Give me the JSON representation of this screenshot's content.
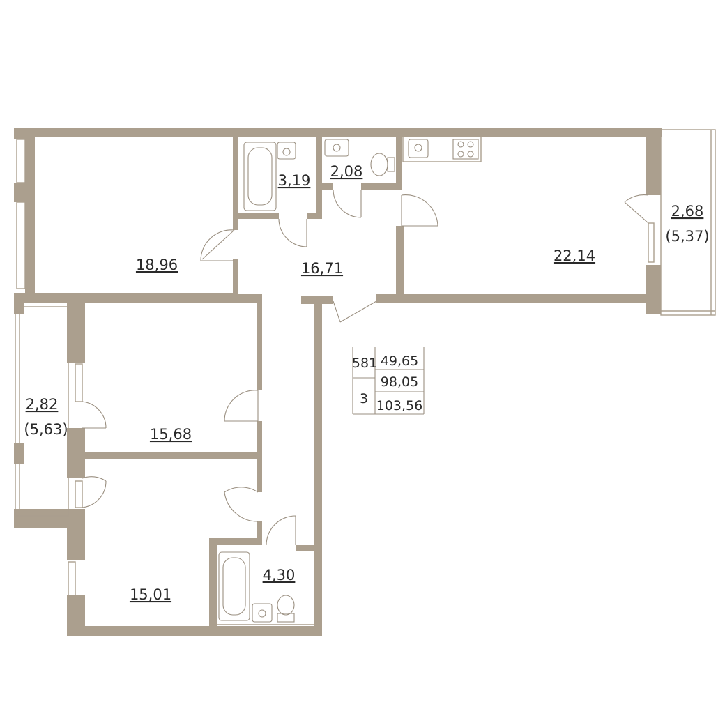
{
  "rooms": {
    "room_top_left": "18,96",
    "bath_top": "3,19",
    "wc_top": "2,08",
    "corridor": "16,71",
    "kitchen_living": "22,14",
    "room_middle": "15,68",
    "room_bottom": "15,01",
    "bath_bottom": "4,30"
  },
  "balconies": {
    "right_area": "2,68",
    "right_full": "(5,37)",
    "left_area": "2,82",
    "left_full": "(5,63)"
  },
  "summary": {
    "number": "581",
    "rooms_count": "3",
    "living_area": "49,65",
    "total_area": "98,05",
    "total_with_balconies": "103,56"
  },
  "colors": {
    "wall": "#ab9f8e",
    "fixture_line": "#9a8f80",
    "text": "#2a2a2a"
  }
}
